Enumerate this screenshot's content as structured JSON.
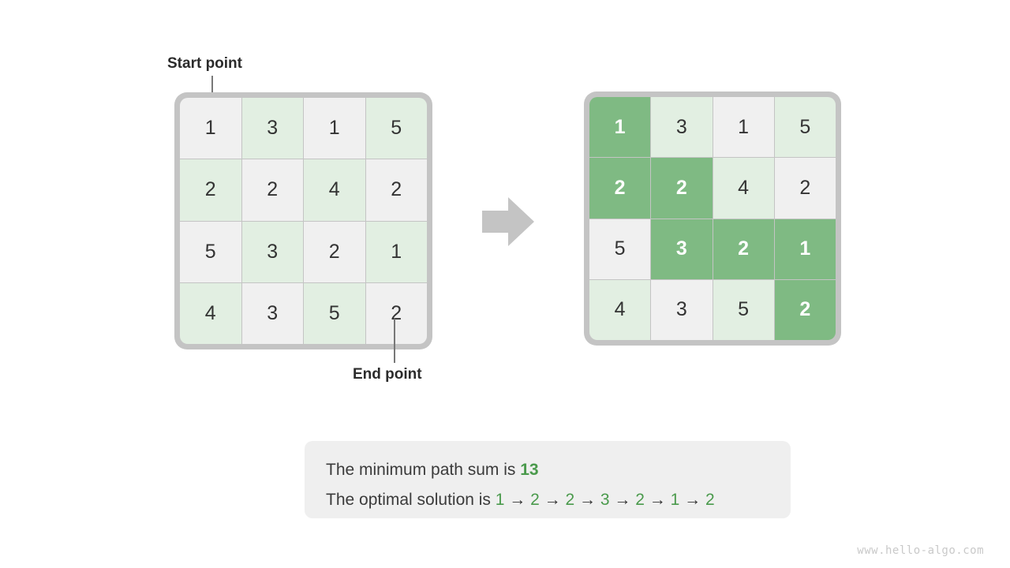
{
  "figure": {
    "title": "minimum path sum grid",
    "colors": {
      "cell_gray": "#f0f0f0",
      "cell_light_green": "#e2efe2",
      "cell_highlight_green": "#7fba83",
      "frame_gray": "#c4c4c4",
      "text_dark": "#333333",
      "accent_green": "#4a9a4c",
      "arrow_gray": "#c4c4c4",
      "caption_bg": "#efefef",
      "watermark_gray": "#c9c9c9"
    },
    "annotations": {
      "start_label": "Start point",
      "end_label": "End point",
      "arrow_icon": "right-arrow-icon"
    },
    "left_grid": {
      "name": "input-grid",
      "rows": [
        [
          "1",
          "3",
          "1",
          "5"
        ],
        [
          "2",
          "2",
          "4",
          "2"
        ],
        [
          "5",
          "3",
          "2",
          "1"
        ],
        [
          "4",
          "3",
          "5",
          "2"
        ]
      ],
      "highlighted": []
    },
    "right_grid": {
      "name": "solution-grid",
      "rows": [
        [
          "1",
          "3",
          "1",
          "5"
        ],
        [
          "2",
          "2",
          "4",
          "2"
        ],
        [
          "5",
          "3",
          "2",
          "1"
        ],
        [
          "4",
          "3",
          "5",
          "2"
        ]
      ],
      "highlighted": [
        [
          0,
          0
        ],
        [
          1,
          0
        ],
        [
          1,
          1
        ],
        [
          2,
          1
        ],
        [
          2,
          2
        ],
        [
          2,
          3
        ],
        [
          3,
          3
        ]
      ]
    },
    "caption": {
      "line1_prefix": "The minimum path sum is ",
      "line1_value": "13",
      "line2_prefix": "The optimal solution is ",
      "path": [
        "1",
        "2",
        "2",
        "3",
        "2",
        "1",
        "2"
      ],
      "path_separator": "→"
    },
    "watermark": "www.hello-algo.com"
  },
  "chart_data": {
    "type": "heatmap",
    "title": "Minimum path sum grid",
    "grid_values": [
      [
        1,
        3,
        1,
        5
      ],
      [
        2,
        2,
        4,
        2
      ],
      [
        5,
        3,
        2,
        1
      ],
      [
        4,
        3,
        5,
        2
      ]
    ],
    "optimal_path_cells": [
      [
        0,
        0
      ],
      [
        1,
        0
      ],
      [
        1,
        1
      ],
      [
        2,
        1
      ],
      [
        2,
        2
      ],
      [
        2,
        3
      ],
      [
        3,
        3
      ]
    ],
    "optimal_path_values": [
      1,
      2,
      2,
      3,
      2,
      1,
      2
    ],
    "minimum_path_sum": 13,
    "start_cell": [
      0,
      0
    ],
    "end_cell": [
      3,
      3
    ],
    "grid": false,
    "legend": "none"
  }
}
